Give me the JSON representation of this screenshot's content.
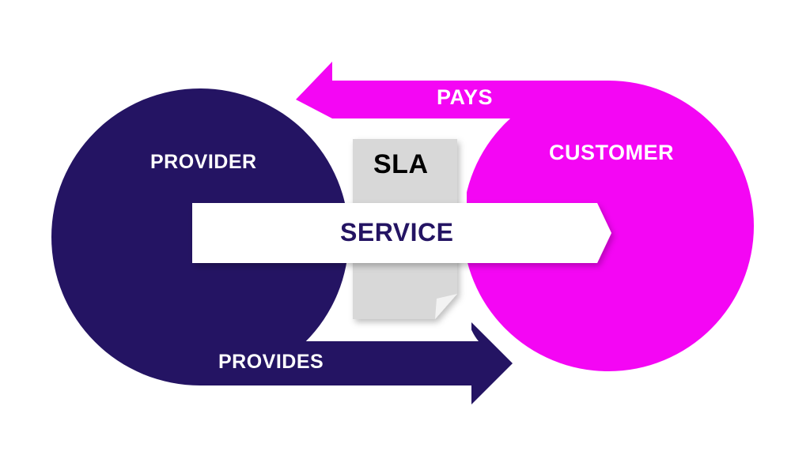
{
  "colors": {
    "provider": "#241463",
    "customer": "#f406f4",
    "document": "#d8d8d8",
    "service_band": "#ffffff",
    "service_text": "#241463",
    "background": "#ffffff"
  },
  "nodes": {
    "provider": {
      "label": "PROVIDER"
    },
    "customer": {
      "label": "CUSTOMER"
    },
    "agreement": {
      "label": "SLA"
    }
  },
  "flows": {
    "pays": {
      "label": "PAYS",
      "from": "CUSTOMER",
      "to": "PROVIDER"
    },
    "provides": {
      "label": "PROVIDES",
      "from": "PROVIDER",
      "to": "CUSTOMER"
    },
    "service": {
      "label": "SERVICE"
    }
  }
}
